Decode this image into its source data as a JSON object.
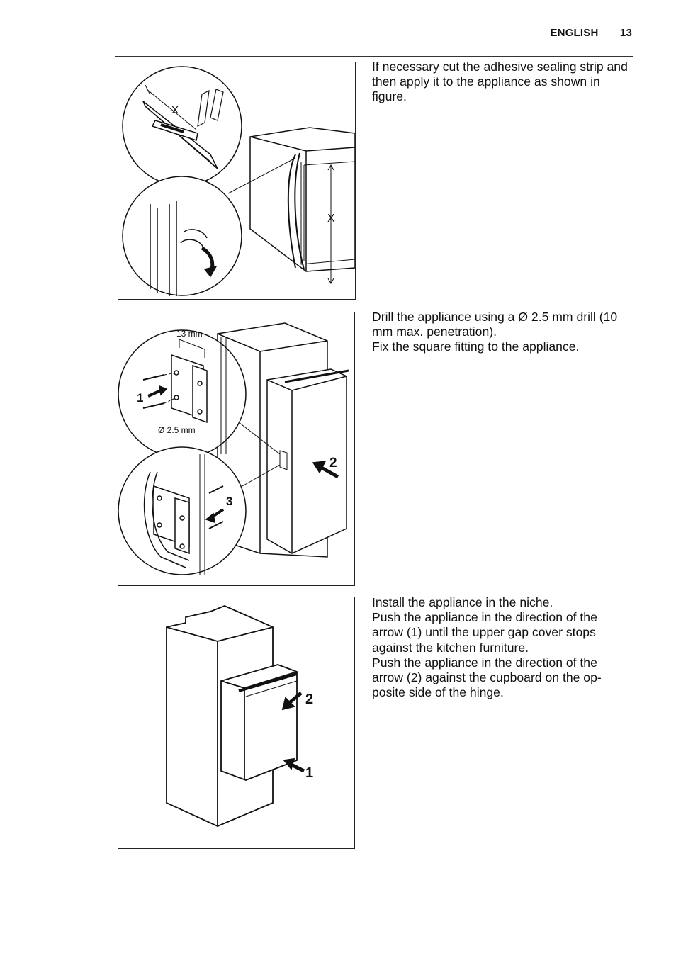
{
  "header": {
    "section": "ENGLISH",
    "page_number": "13"
  },
  "steps": [
    {
      "text_lines": [
        "If necessary cut the adhesive sealing strip and then apply it to the appliance as shown in figure."
      ],
      "figure_labels": {
        "dim_top": "X",
        "dim_side": "X"
      }
    },
    {
      "text_lines": [
        "Drill the appliance using a Ø 2.5 mm drill (10 mm max. penetration).",
        "Fix the square fitting to the appliance."
      ],
      "figure_labels": {
        "dim_width": "13 mm",
        "drill_diameter": "Ø 2.5 mm",
        "arrow_1": "1",
        "arrow_2": "2",
        "arrow_3": "3"
      }
    },
    {
      "text_lines": [
        "Install the appliance in the niche.",
        "Push the appliance in the direction of the arrow (1) until the upper gap cover stops against the kitchen furniture.",
        "Push the appliance in the direction of the arrow (2) against the cupboard on the op-posite side of the hinge."
      ],
      "figure_labels": {
        "arrow_2": "2",
        "arrow_1": "1"
      }
    }
  ]
}
